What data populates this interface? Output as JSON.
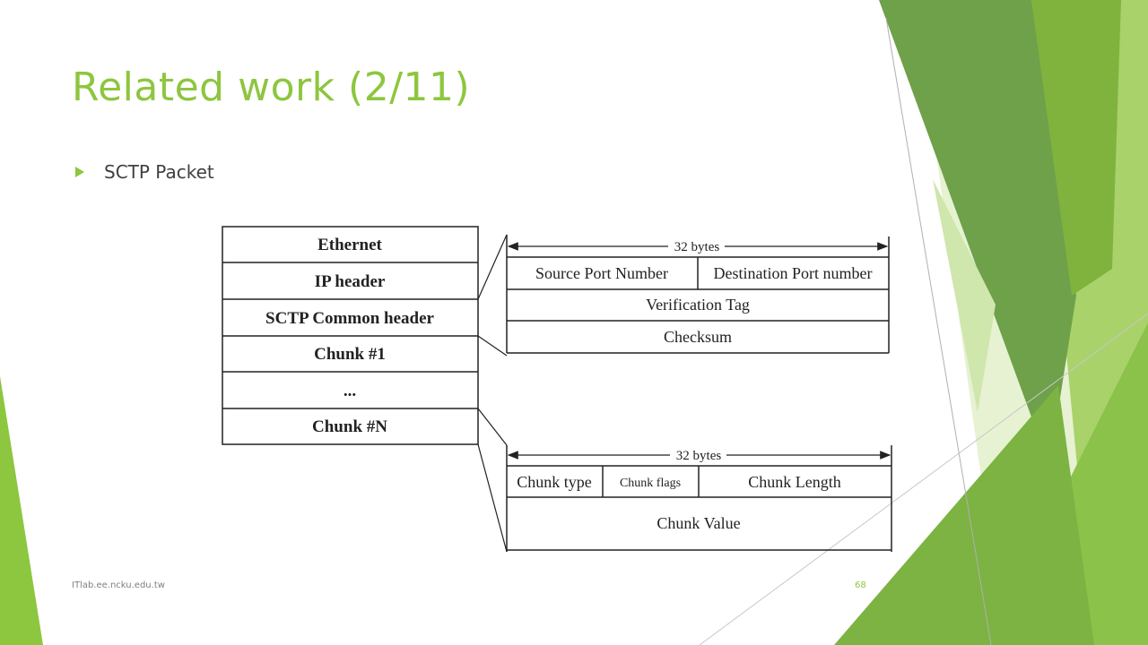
{
  "slide": {
    "title": "Related work (2/11)",
    "bullet": "SCTP Packet",
    "footer_left": "ITlab.ee.ncku.edu.tw",
    "page_number": "68"
  },
  "diagram": {
    "packet_stack": [
      "Ethernet",
      "IP header",
      "SCTP Common header",
      "Chunk #1",
      "...",
      "Chunk #N"
    ],
    "common_header": {
      "width_label": "32 bytes",
      "source_port": "Source Port Number",
      "destination_port": "Destination Port number",
      "verification_tag": "Verification Tag",
      "checksum": "Checksum"
    },
    "chunk": {
      "width_label": "32 bytes",
      "chunk_type": "Chunk type",
      "chunk_flags": "Chunk flags",
      "chunk_length": "Chunk Length",
      "chunk_value": "Chunk Value"
    }
  },
  "colors": {
    "accent": "#8dc63f",
    "dark_green": "#6a9a3f",
    "light_green": "#d7ebb8"
  }
}
